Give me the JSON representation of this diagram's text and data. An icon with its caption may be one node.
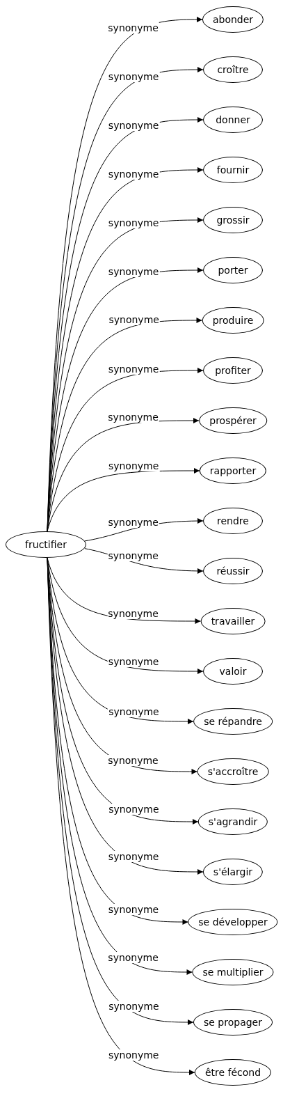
{
  "diagram": {
    "nodes": [
      {
        "text": [
          "fructifier"
        ]
      },
      {
        "text": [
          "abonder"
        ]
      },
      {
        "text": [
          "croître"
        ]
      },
      {
        "text": [
          "donner"
        ]
      },
      {
        "text": [
          "fournir"
        ]
      },
      {
        "text": [
          "grossir"
        ]
      },
      {
        "text": [
          "porter"
        ]
      },
      {
        "text": [
          "produire"
        ]
      },
      {
        "text": [
          "profiter"
        ]
      },
      {
        "text": [
          "prospérer"
        ]
      },
      {
        "text": [
          "rapporter"
        ]
      },
      {
        "text": [
          "rendre"
        ]
      },
      {
        "text": [
          "réussir"
        ]
      },
      {
        "text": [
          "travailler"
        ]
      },
      {
        "text": [
          "valoir"
        ]
      },
      {
        "text": [
          "se répandre"
        ]
      },
      {
        "text": [
          "s'accroître"
        ]
      },
      {
        "text": [
          "s'agrandir"
        ]
      },
      {
        "text": [
          "s'élargir"
        ]
      },
      {
        "text": [
          "se développer"
        ]
      },
      {
        "text": [
          "se multiplier"
        ]
      },
      {
        "text": [
          "se propager"
        ]
      },
      {
        "text": [
          "être fécond"
        ]
      }
    ],
    "edges": [
      {
        "from": 0,
        "to": 1,
        "arrow": "to",
        "label": "synonyme"
      },
      {
        "from": 0,
        "to": 2,
        "arrow": "to",
        "label": "synonyme"
      },
      {
        "from": 0,
        "to": 3,
        "arrow": "to",
        "label": "synonyme"
      },
      {
        "from": 0,
        "to": 4,
        "arrow": "to",
        "label": "synonyme"
      },
      {
        "from": 0,
        "to": 5,
        "arrow": "to",
        "label": "synonyme"
      },
      {
        "from": 0,
        "to": 6,
        "arrow": "to",
        "label": "synonyme"
      },
      {
        "from": 0,
        "to": 7,
        "arrow": "to",
        "label": "synonyme"
      },
      {
        "from": 0,
        "to": 8,
        "arrow": "to",
        "label": "synonyme"
      },
      {
        "from": 0,
        "to": 9,
        "arrow": "to",
        "label": "synonyme"
      },
      {
        "from": 0,
        "to": 10,
        "arrow": "to",
        "label": "synonyme"
      },
      {
        "from": 0,
        "to": 11,
        "arrow": "to",
        "label": "synonyme"
      },
      {
        "from": 0,
        "to": 12,
        "arrow": "to",
        "label": "synonyme"
      },
      {
        "from": 0,
        "to": 13,
        "arrow": "to",
        "label": "synonyme"
      },
      {
        "from": 0,
        "to": 14,
        "arrow": "to",
        "label": "synonyme"
      },
      {
        "from": 0,
        "to": 15,
        "arrow": "to",
        "label": "synonyme"
      },
      {
        "from": 0,
        "to": 16,
        "arrow": "to",
        "label": "synonyme"
      },
      {
        "from": 0,
        "to": 17,
        "arrow": "to",
        "label": "synonyme"
      },
      {
        "from": 0,
        "to": 18,
        "arrow": "to",
        "label": "synonyme"
      },
      {
        "from": 0,
        "to": 19,
        "arrow": "to",
        "label": "synonyme"
      },
      {
        "from": 0,
        "to": 20,
        "arrow": "to",
        "label": "synonyme"
      },
      {
        "from": 0,
        "to": 21,
        "arrow": "to",
        "label": "synonyme"
      },
      {
        "from": 0,
        "to": 22,
        "arrow": "to",
        "label": "synonyme"
      }
    ]
  }
}
